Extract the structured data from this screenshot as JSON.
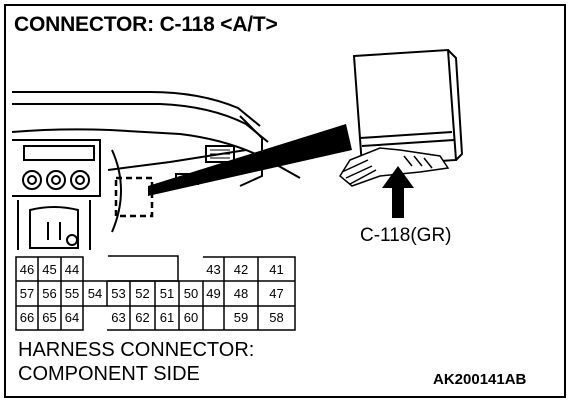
{
  "title": "CONNECTOR: C-118 <A/T>",
  "connector_label": "C-118(GR)",
  "footer": {
    "line1": "HARNESS CONNECTOR:",
    "line2": "COMPONENT SIDE"
  },
  "reference_code": "AK200141AB",
  "pins": {
    "row1": [
      "46",
      "45",
      "44",
      "43",
      "42",
      "41"
    ],
    "row2": [
      "57",
      "56",
      "55",
      "54",
      "53",
      "52",
      "51",
      "50",
      "49",
      "48",
      "47"
    ],
    "row3": [
      "66",
      "65",
      "64",
      "63",
      "62",
      "61",
      "60",
      "59",
      "58"
    ]
  }
}
